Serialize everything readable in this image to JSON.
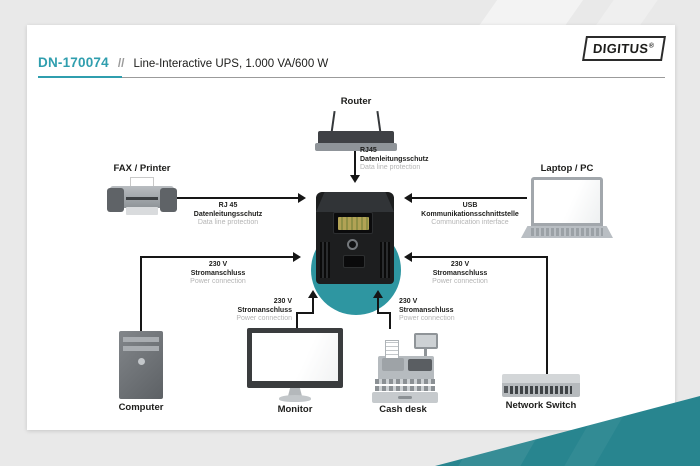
{
  "header": {
    "code": "DN-170074",
    "separator": "//",
    "title": "Line-Interactive UPS, 1.000 VA/600 W"
  },
  "logo": {
    "brand": "DIGITUS",
    "registered": "®"
  },
  "devices": {
    "router": {
      "label": "Router"
    },
    "fax_printer": {
      "label": "FAX / Printer"
    },
    "laptop_pc": {
      "label": "Laptop / PC"
    },
    "computer": {
      "label": "Computer"
    },
    "monitor": {
      "label": "Monitor"
    },
    "cash_desk": {
      "label": "Cash desk"
    },
    "network_switch": {
      "label": "Network Switch"
    }
  },
  "connections": {
    "router_ups": {
      "type": "RJ45",
      "label_de": "Datenleitungsschutz",
      "label_en": "Data line protection"
    },
    "fax_ups": {
      "type": "RJ 45",
      "label_de": "Datenleitungsschutz",
      "label_en": "Data line protection"
    },
    "laptop_ups": {
      "type": "USB",
      "label_de": "Kommunikationsschnittstelle",
      "label_en": "Communication interface"
    },
    "computer_ups": {
      "type": "230 V",
      "label_de": "Stromanschluss",
      "label_en": "Power connection"
    },
    "switch_ups": {
      "type": "230 V",
      "label_de": "Stromanschluss",
      "label_en": "Power connection"
    },
    "monitor_ups": {
      "type": "230 V",
      "label_de": "Stromanschluss",
      "label_en": "Power connection"
    },
    "cash_ups": {
      "type": "230 V",
      "label_de": "Stromanschluss",
      "label_en": "Power connection"
    }
  },
  "colors": {
    "accent_teal": "#2E96A1",
    "wedge_teal": "#28858F",
    "code_teal": "#2F9EAE"
  }
}
